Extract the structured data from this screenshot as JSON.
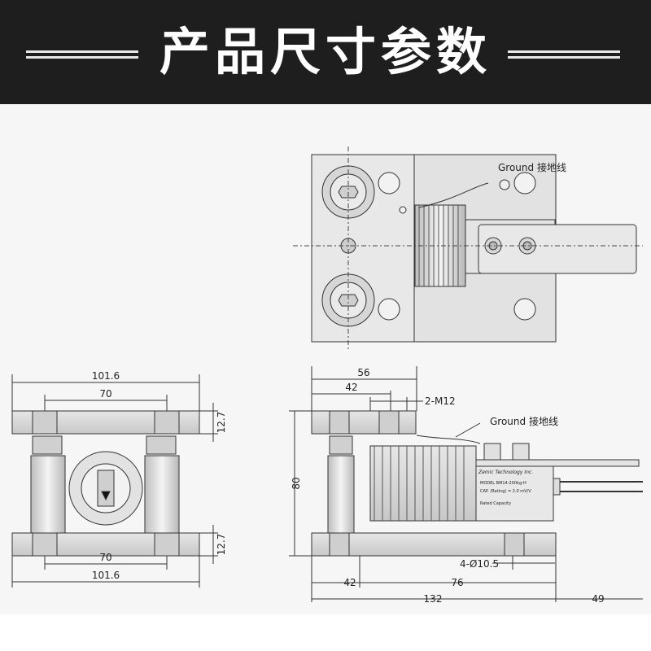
{
  "header": {
    "title": "产品尺寸参数"
  },
  "top_view": {
    "ground_label": "Ground 接地线"
  },
  "front_view": {
    "dim_overall_top": "101.6",
    "dim_holes_top": "70",
    "dim_holes_bottom": "70",
    "dim_overall_bottom": "101.6",
    "dim_plate_top": "12.7",
    "dim_plate_bottom": "12.7"
  },
  "side_view": {
    "dim_56": "56",
    "dim_42_top": "42",
    "dim_thread": "2-M12",
    "ground_label": "Ground 接地线",
    "dim_height": "80",
    "dim_holes": "4-Ø10.5",
    "dim_42_bottom": "42",
    "dim_76": "76",
    "dim_132": "132",
    "dim_49": "49",
    "nameplate_title": "Zemic Technology Inc.",
    "nameplate_line1": "MODEL  BM14-200kg-H",
    "nameplate_line2": "CAP. (Rating) = 2.0 mV/V",
    "nameplate_line3": "Rated Capacity"
  },
  "colors": {
    "banner": "#1e1e1e",
    "metal": "#dcdcdc",
    "line": "#333333"
  }
}
